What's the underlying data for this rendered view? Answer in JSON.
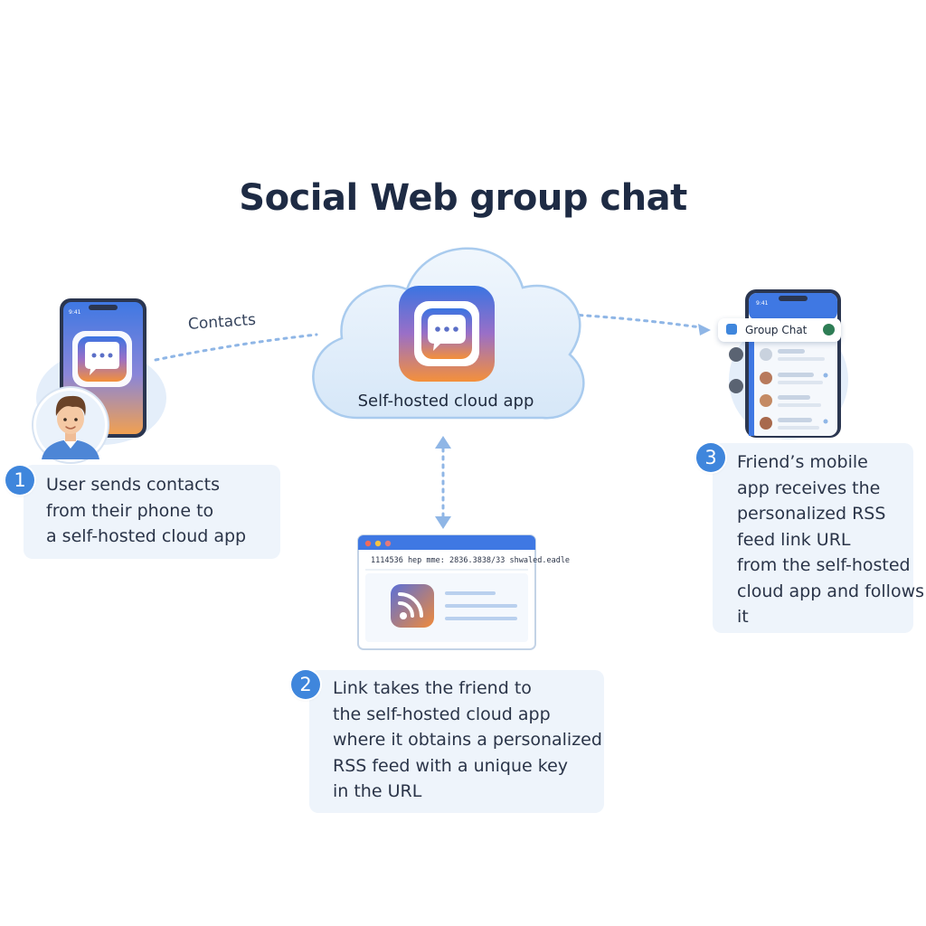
{
  "title": "Social Web group chat",
  "connector_label": "Contacts",
  "cloud": {
    "label": "Self-hosted cloud app"
  },
  "chat_header": {
    "label": "Group Chat"
  },
  "browser": {
    "url_text": "1114536 hep mme: 2836.3838/33 shwaled.eadle"
  },
  "steps": [
    {
      "number": "1",
      "text": "User sends contacts\nfrom their phone to\na self-hosted cloud app"
    },
    {
      "number": "2",
      "text": "Link takes the friend to\nthe self-hosted cloud app\nwhere it obtains a personalized\nRSS feed with a unique key\nin the URL"
    },
    {
      "number": "3",
      "text": "Friend’s mobile\napp receives the\npersonalized RSS\nfeed link URL\nfrom the self-hosted\ncloud app and follows\nit"
    }
  ],
  "colors": {
    "accent_blue": "#3f86dc",
    "gradient_top": "#3b78e0",
    "gradient_bottom": "#f08a3a",
    "cloud_fill": "#e4f0fb",
    "panel_fill": "#eef4fb"
  }
}
